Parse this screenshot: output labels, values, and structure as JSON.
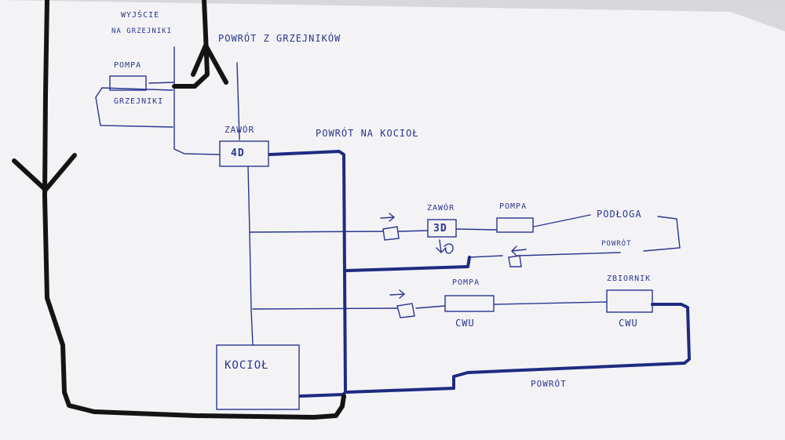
{
  "labels": {
    "radiator_supply_line1": "WYJŚCIE",
    "radiator_supply_line2": "NA GRZEJNIKI",
    "radiator_return": "POWRÓT Z GRZEJNIKÓW",
    "pump_radiators": "POMPA",
    "radiators": "GRZEJNIKI",
    "valve_4d_title": "ZAWÓR",
    "valve_4d": "4D",
    "return_to_boiler": "POWRÓT NA KOCIOŁ",
    "valve_3d_title": "ZAWÓR",
    "valve_3d": "3D",
    "pump_floor": "POMPA",
    "floor": "PODŁOGA",
    "floor_return": "POWRÓT",
    "pump_cwu_title": "POMPA",
    "pump_cwu_sub": "CWU",
    "tank_title": "ZBIORNIK",
    "tank_sub": "CWU",
    "boiler": "KOCIOŁ",
    "bottom_return": "POWRÓT"
  },
  "colors": {
    "paper": "#f4f4f6",
    "ink": "#2a3590",
    "marker": "#141414"
  },
  "icons": {
    "flow_arrow": "arrow-right-icon",
    "return_arrow": "arrow-left-icon",
    "down_arrow": "arrow-down-icon",
    "up_arrow": "arrow-up-icon"
  }
}
